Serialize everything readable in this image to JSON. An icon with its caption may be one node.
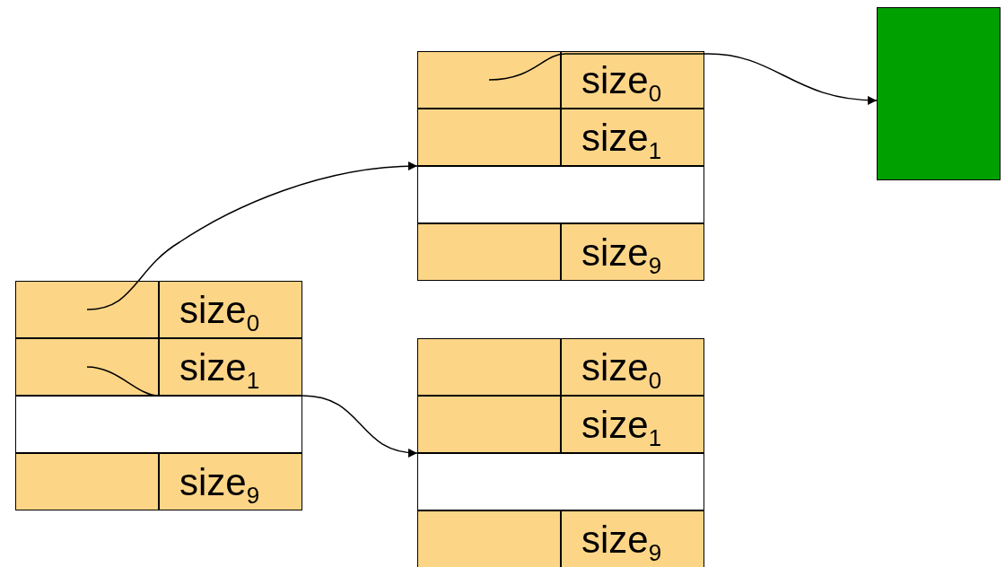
{
  "diagram": {
    "nodes": [
      {
        "text": [],
        "shape": "box"
      },
      {
        "text": [],
        "shape": "box",
        "in": 0
      },
      {
        "text": [
          "size$_{0}$"
        ],
        "in": 0
      },
      {
        "text": [],
        "shape": "box",
        "in": 0
      },
      {
        "text": [
          "size$_{1}$"
        ],
        "in": 0
      },
      {
        "text": [],
        "shape": "box",
        "in": 0
      },
      {
        "text": [],
        "shape": "box",
        "in": 0
      },
      {
        "text": [
          "size$_{9}$"
        ],
        "in": 0
      },
      {
        "text": [],
        "shape": "box"
      },
      {
        "text": [],
        "shape": "box",
        "in": 8
      },
      {
        "text": [
          "size$_{0}$"
        ],
        "in": 8
      },
      {
        "text": [],
        "shape": "box",
        "in": 8
      },
      {
        "text": [
          "size$_{1}$"
        ],
        "in": 8
      },
      {
        "text": [],
        "shape": "box",
        "in": 8
      },
      {
        "text": [],
        "shape": "box",
        "in": 8
      },
      {
        "text": [
          "size$_{9}$"
        ],
        "in": 8
      },
      {
        "text": [],
        "shape": "box"
      },
      {
        "text": [],
        "shape": "box",
        "in": 16
      },
      {
        "text": [
          "size$_{0}$"
        ],
        "in": 16
      },
      {
        "text": [],
        "shape": "box",
        "in": 16
      },
      {
        "text": [
          "size$_{1}$"
        ],
        "in": 16
      },
      {
        "text": [],
        "shape": "box",
        "in": 16
      },
      {
        "text": [],
        "shape": "box",
        "in": 16
      },
      {
        "text": [
          "size$_{9}$"
        ],
        "in": 16
      },
      {
        "text": [],
        "shape": "box"
      }
    ],
    "edges": [
      {
        "from": 1,
        "to": 24,
        "arrow": "to"
      },
      {
        "from": 9,
        "to": 0,
        "arrow": "to"
      },
      {
        "from": 11,
        "to": 16,
        "arrow": "to"
      }
    ]
  }
}
